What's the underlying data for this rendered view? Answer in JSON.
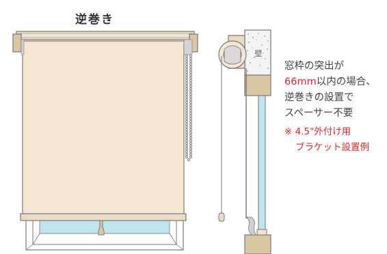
{
  "title": "逆巻き",
  "wall_label": "壁",
  "notes": {
    "line1": "窓枠の突出が",
    "line2_red": "66mm",
    "line2_rest": "以内の場合、",
    "line3": "逆巻きの設置で",
    "line4": "スペーサー不要",
    "line5": "※ 4.5\"外付け用",
    "line6": "ブラケット設置例"
  },
  "colors": {
    "shade": "#f5e6d3",
    "rail": "#e8dcc4",
    "bracket": "#d9c7a2",
    "glass": "#bde4ef",
    "accent_red": "#e8262a",
    "outline": "#666666"
  }
}
